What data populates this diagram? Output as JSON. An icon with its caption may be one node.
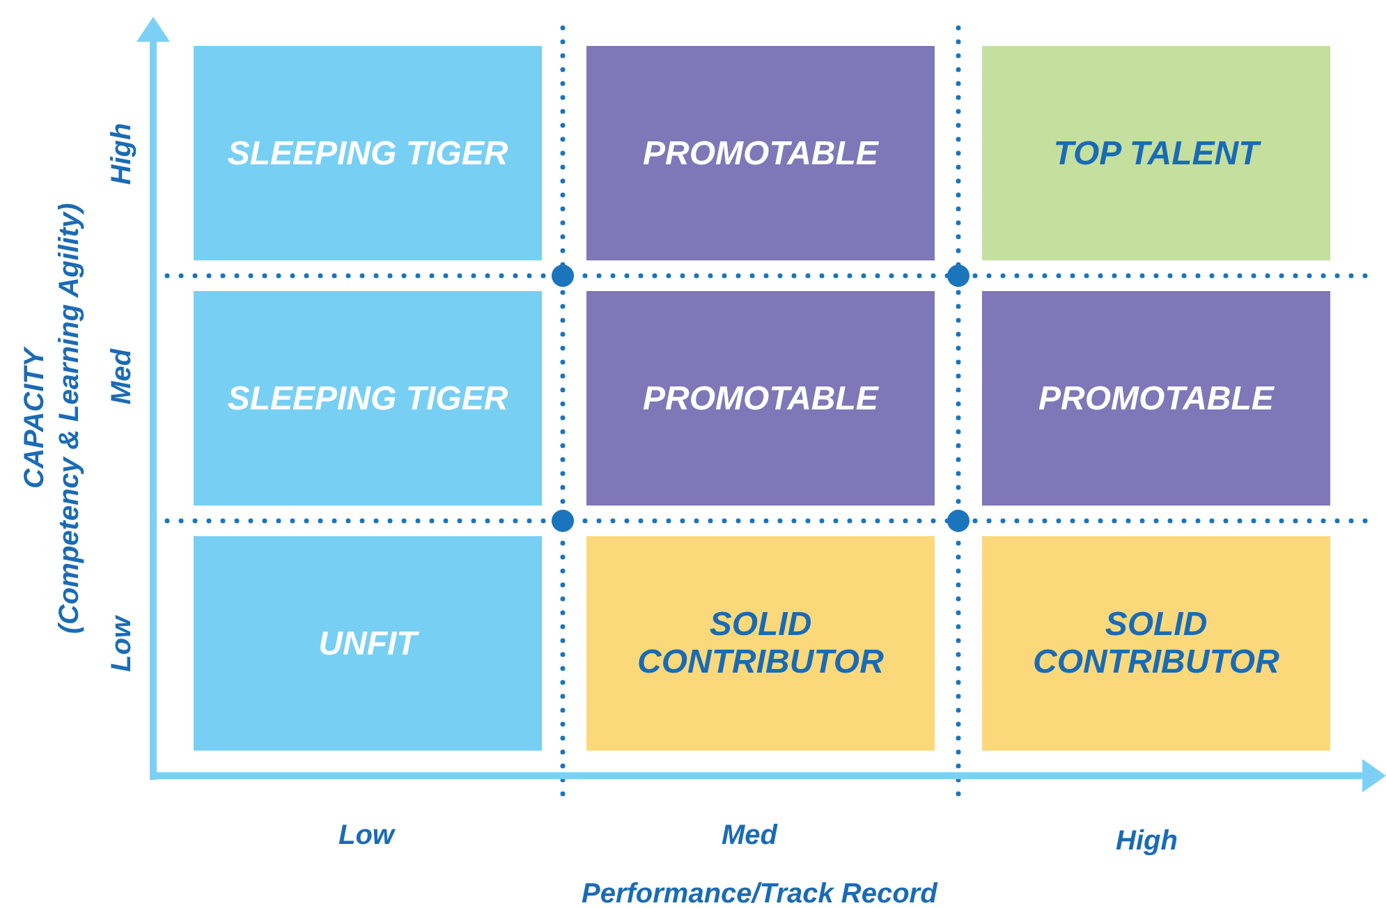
{
  "diagram": {
    "nodes": [
      {
        "text": [
          "SLEEPING TIGER"
        ]
      },
      {
        "text": [
          "PROMOTABLE"
        ]
      },
      {
        "text": [
          "TOP TALENT"
        ]
      },
      {
        "text": [
          "SLEEPING TIGER"
        ]
      },
      {
        "text": [
          "PROMOTABLE"
        ]
      },
      {
        "text": [
          "PROMOTABLE"
        ]
      },
      {
        "text": [
          "UNFIT"
        ]
      },
      {
        "text": [
          "SOLID CONTRIBUTOR"
        ]
      },
      {
        "text": [
          "SOLID CONTRIBUTOR"
        ]
      }
    ],
    "edges": [],
    "labels": [
      "High",
      "Med",
      "Low",
      "CAPACITY",
      "(Competency & Learning Agility)",
      "Low",
      "Med",
      "High",
      "Performance/Track Record"
    ]
  }
}
